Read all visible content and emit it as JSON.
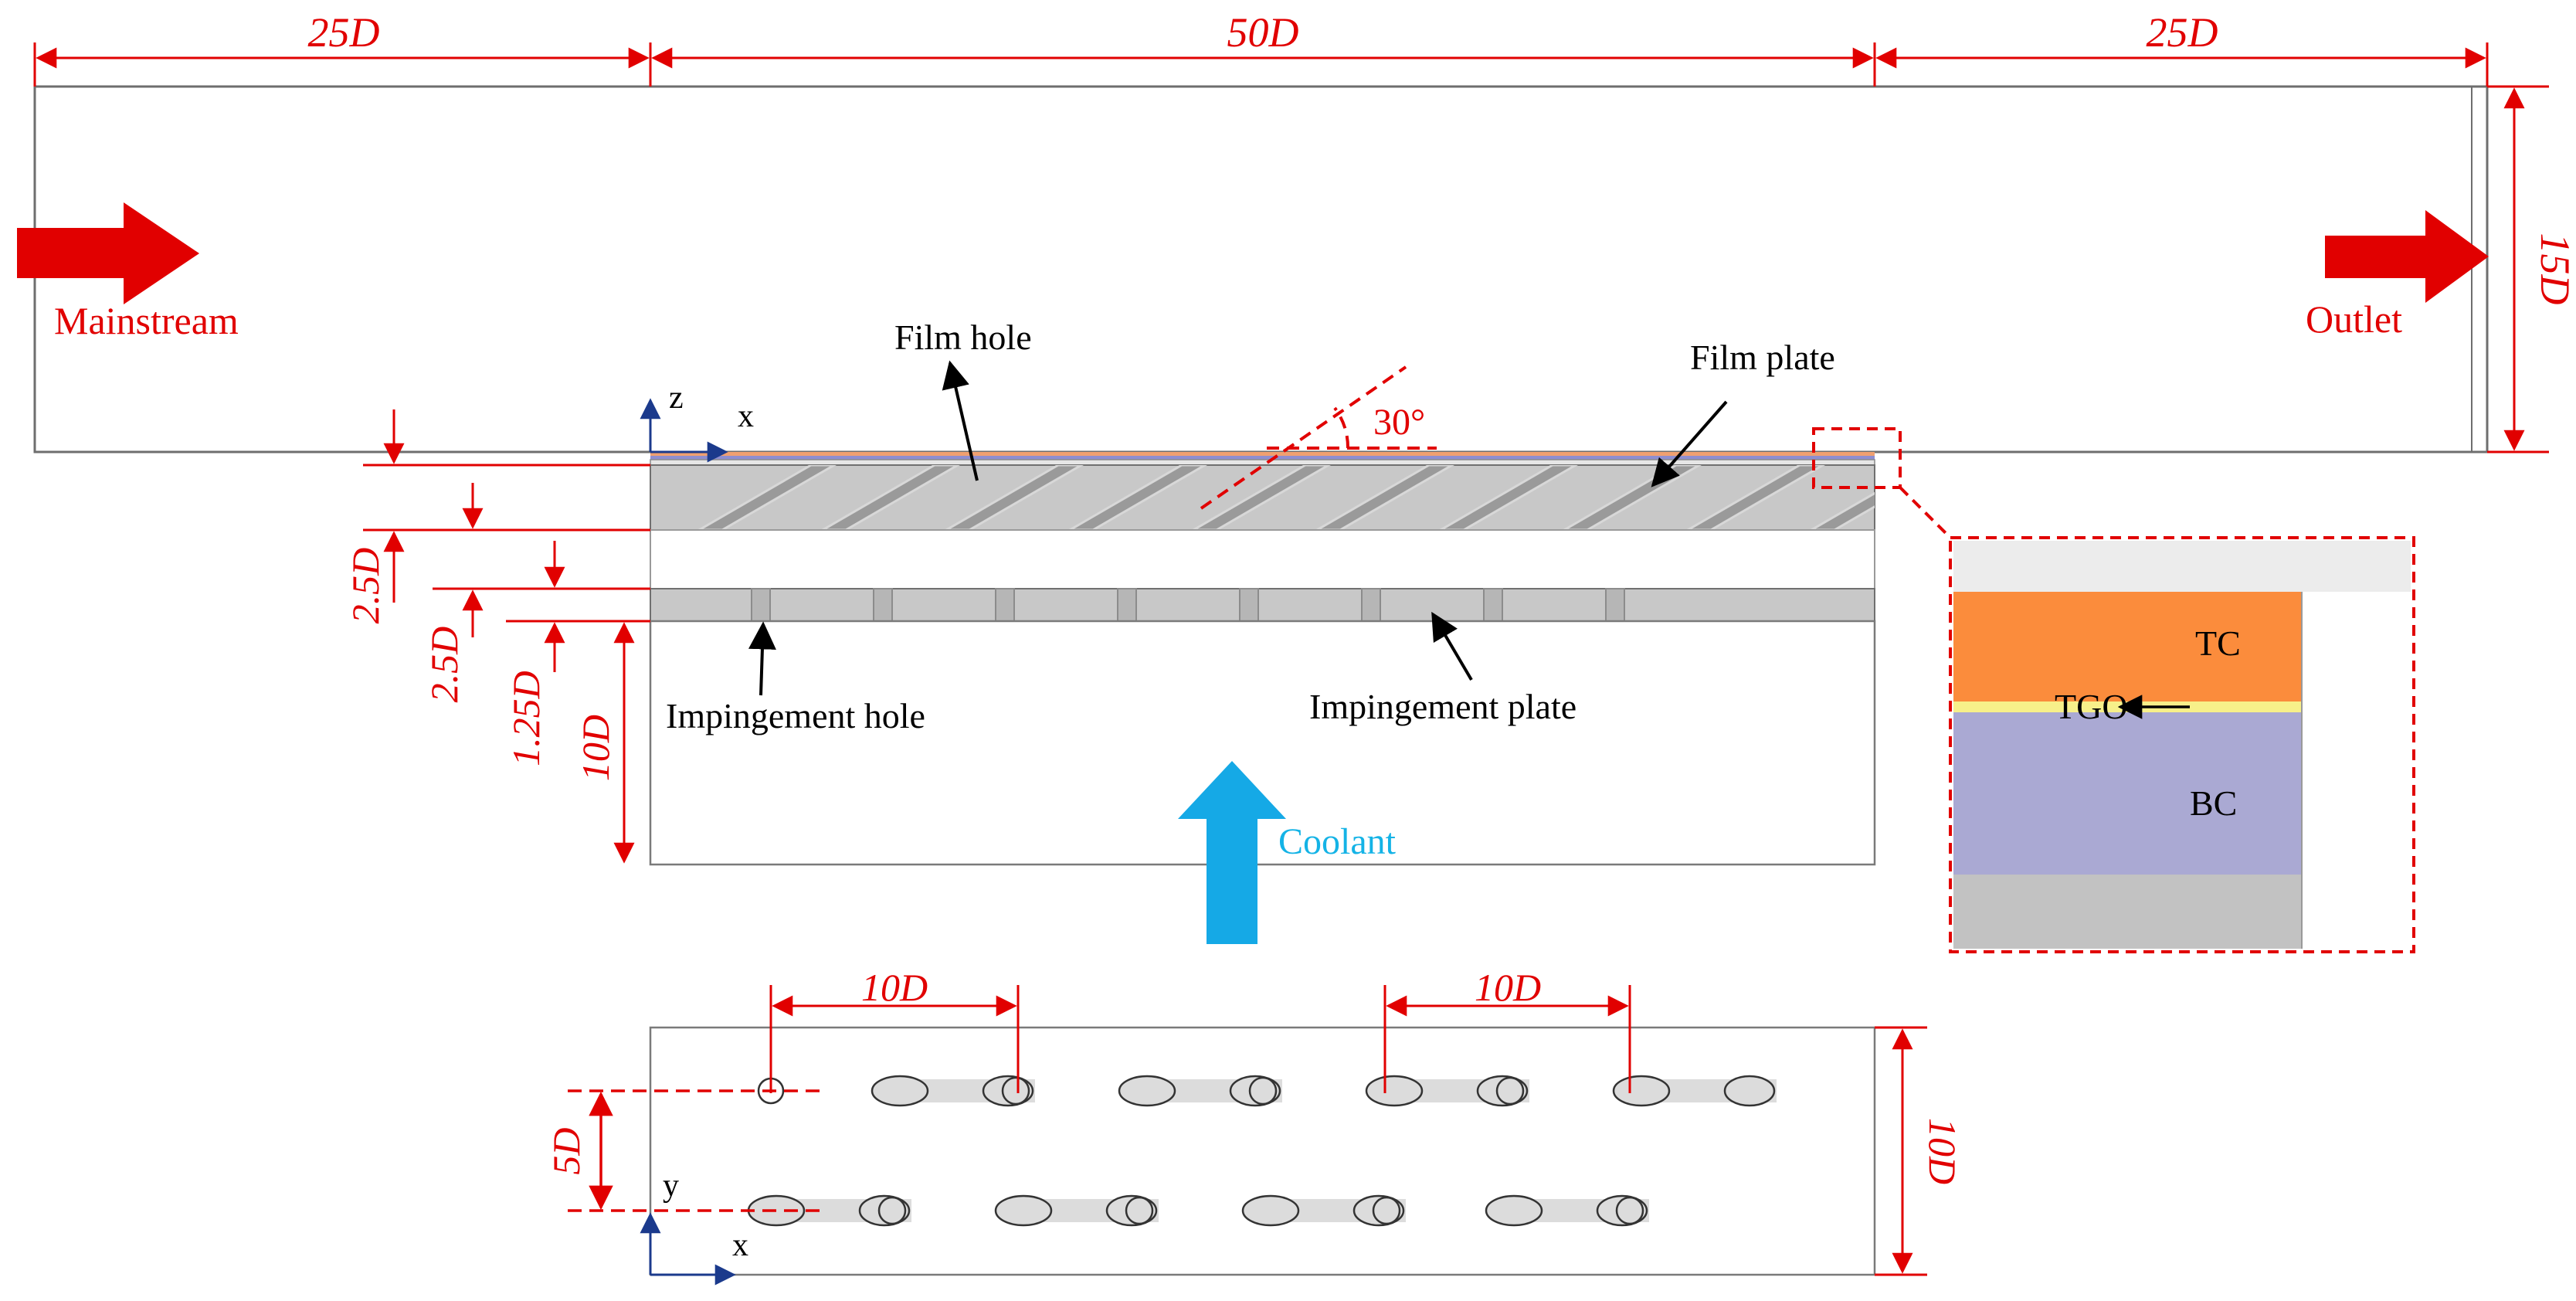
{
  "dimensions": {
    "inlet_length": "25D",
    "plate_length": "50D",
    "outlet_length": "25D",
    "domain_height": "15D",
    "film_plate_thickness": "2.5D",
    "plenum_gap": "2.5D",
    "impingement_plate_thickness": "1.25D",
    "coolant_plenum_height": "10D",
    "hole_pitch_1": "10D",
    "hole_pitch_2": "10D",
    "span_width": "10D",
    "row_offset": "5D",
    "injection_angle": "30°"
  },
  "labels": {
    "mainstream": "Mainstream",
    "outlet": "Outlet",
    "coolant": "Coolant",
    "film_hole": "Film hole",
    "film_plate": "Film plate",
    "impingement_hole": "Impingement hole",
    "impingement_plate": "Impingement plate"
  },
  "axes": {
    "side_z": "z",
    "side_x": "x",
    "top_y": "y",
    "top_x": "x"
  },
  "coating": {
    "tc": "TC",
    "tgo": "TGO",
    "bc": "BC"
  },
  "colors": {
    "dimension_red": "#e10000",
    "coolant_arrow": "#15a9e6",
    "tc_layer": "#fb8c3c",
    "tgo_layer": "#f7f08a",
    "bc_layer": "#aaa9d3",
    "substrate": "#c2c2c2",
    "plate_gray": "#c8c8c8"
  }
}
